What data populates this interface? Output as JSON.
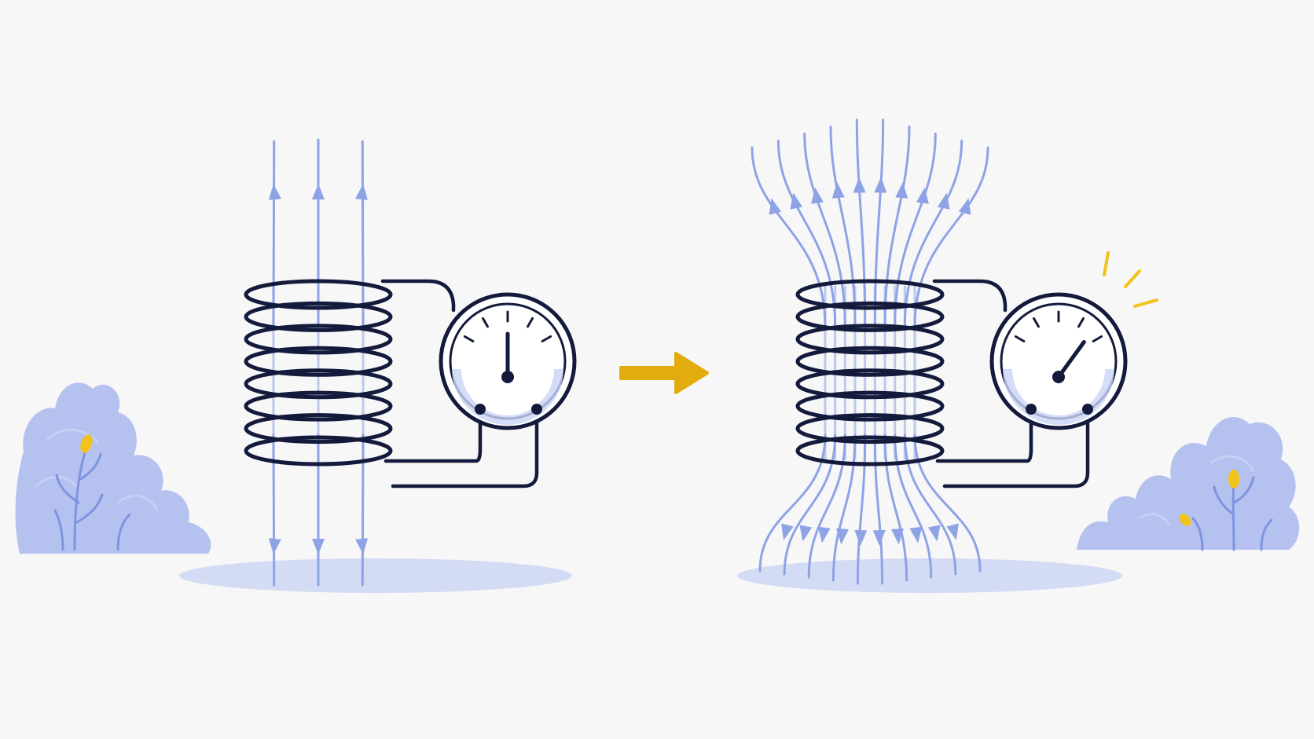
{
  "colors": {
    "background": "#f7f7f7",
    "ink": "#131a3b",
    "field": "#8ea3e6",
    "field_light": "#c9d3f5",
    "shadow": "#c8d2f4",
    "bush": "#a9b8ee",
    "bush_line": "#7f94e0",
    "arrow": "#e2ac0e",
    "flower": "#f2c31b"
  },
  "panels": [
    {
      "id": "before",
      "field_line_count": 3,
      "field_density": "low",
      "meter_reading": 0.5,
      "meter_sparkle": false
    },
    {
      "id": "after",
      "field_line_count": 10,
      "field_density": "high",
      "meter_reading": 0.8,
      "meter_sparkle": true
    }
  ],
  "transition": {
    "icon": "arrow-right-icon",
    "direction": "right"
  },
  "decorations": [
    "bush-left",
    "bush-right"
  ]
}
